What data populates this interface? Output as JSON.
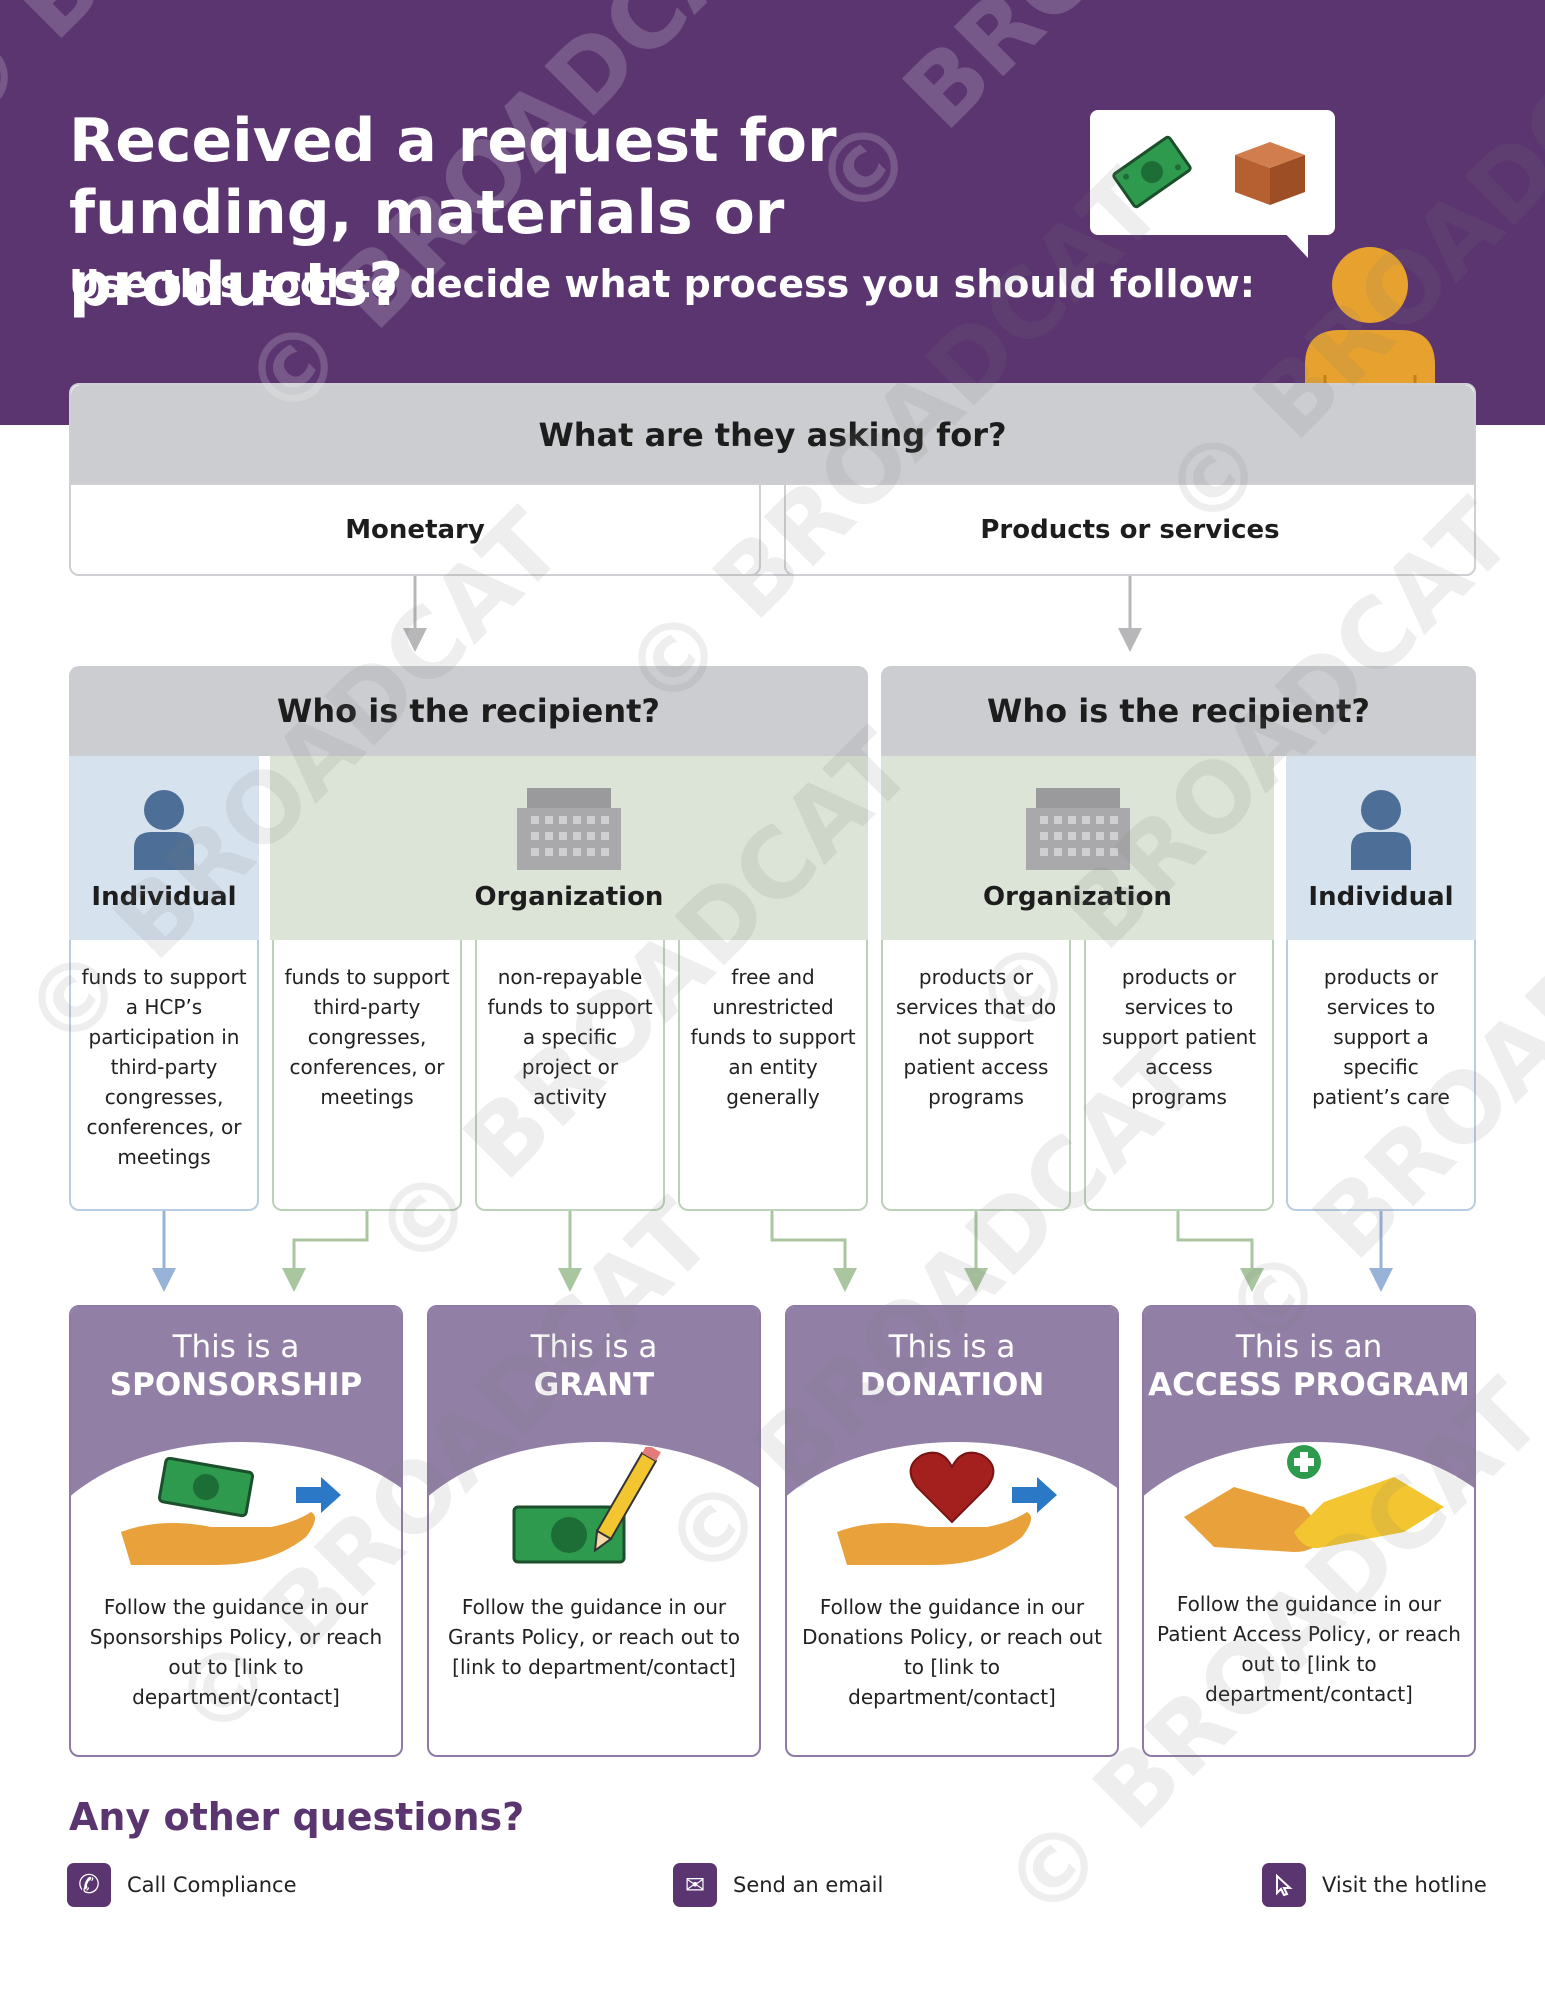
{
  "header": {
    "title_line1": "Received a request for",
    "title_line2": "funding, materials or products?",
    "subtitle": "Use this tool to decide what process you should follow:"
  },
  "question1": {
    "title": "What are they asking for?",
    "options": [
      "Monetary",
      "Products or services"
    ]
  },
  "recipient_left": {
    "title": "Who is the recipient?",
    "individual_label": "Individual",
    "organization_label": "Organization",
    "descriptions": [
      "funds to support a HCP’s participation in third-party congresses, conferences, or meetings",
      "funds to support third-party congresses, conferences, or meetings",
      "non-repayable funds to support a specific project or activity",
      "free and unrestricted funds to support an entity generally"
    ]
  },
  "recipient_right": {
    "title": "Who is the recipient?",
    "organization_label": "Organization",
    "individual_label": "Individual",
    "descriptions": [
      "products or services that do not support patient access programs",
      "products or services to support patient access programs",
      "products or services to support a specific patient’s care"
    ]
  },
  "results": [
    {
      "line1": "This is a",
      "line2": "SPONSORSHIP",
      "text": "Follow the guidance in our Sponsorships Policy, or reach out to [link to department/contact]"
    },
    {
      "line1": "This is a",
      "line2": "GRANT",
      "text": "Follow the guidance in our Grants Policy, or reach out to [link to department/contact]"
    },
    {
      "line1": "This is a",
      "line2": "DONATION",
      "text": "Follow the guidance in our Donations Policy, or reach out to [link to department/contact]"
    },
    {
      "line1": "This is an",
      "line2": "ACCESS PROGRAM",
      "text": "Follow the guidance in our Patient Access Policy, or reach out to [link to department/contact]"
    }
  ],
  "questions": {
    "title": "Any other questions?",
    "contacts": [
      "Call Compliance",
      "Send an email",
      "Visit the hotline"
    ]
  },
  "watermark": "© BROADCAT",
  "colors": {
    "header_purple": "#5a3570",
    "result_purple": "#917fa6",
    "grey_header": "#cccdd0",
    "individual_blue": "#d6e3ef",
    "organization_green": "#dbe4d6",
    "arrow_green": "#a9c6a0",
    "arrow_blue": "#98b3d8"
  }
}
